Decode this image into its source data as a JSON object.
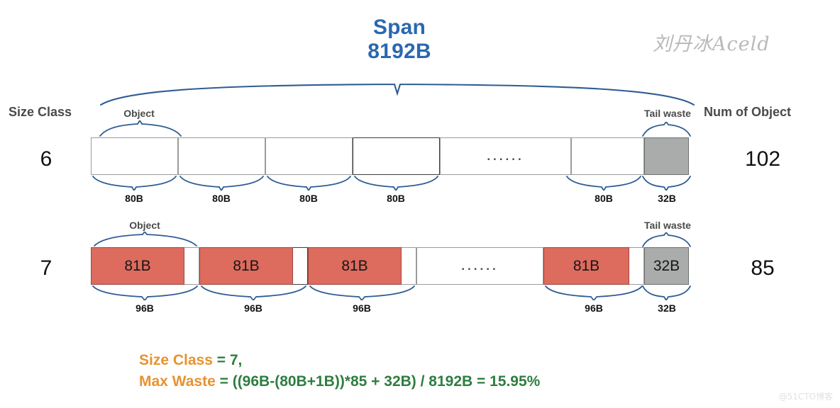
{
  "title": {
    "line1": "Span",
    "line2": "8192B",
    "color": "#2a68b0"
  },
  "watermarks": {
    "main": "刘丹冰Aceld",
    "corner": "@51CTO博客"
  },
  "headers": {
    "size_class": "Size Class",
    "num_of_object": "Num of Object"
  },
  "bracket_labels": {
    "object_row6": "Object",
    "tail_waste_row6": "Tail waste",
    "object_row7": "Object",
    "tail_waste_row7": "Tail waste"
  },
  "rows": [
    {
      "size_class": "6",
      "num_of_object": "102",
      "ellipsis": "......",
      "object_size_labels": [
        "80B",
        "80B",
        "80B",
        "80B",
        "80B"
      ],
      "tail_waste_label": "32B",
      "object_block_text": "",
      "waste_block_text": "",
      "object_fill": "#ffffff",
      "waste_fill": "#a9acab"
    },
    {
      "size_class": "7",
      "num_of_object": "85",
      "ellipsis": "......",
      "object_size_labels": [
        "96B",
        "96B",
        "96B",
        "96B"
      ],
      "tail_waste_label": "32B",
      "object_block_text": "81B",
      "waste_block_text": "32B",
      "object_fill": "#dd6b5e",
      "waste_fill": "#a9acab"
    }
  ],
  "formula": {
    "line1_key": "Size Class",
    "line1_value": " = 7,",
    "line2_key": "Max Waste",
    "line2_value": " = ((96B-(80B+1B))*85 + 32B) / 8192B =  15.95%",
    "key_color": "#e8922f",
    "value_color": "#2e7d41"
  }
}
